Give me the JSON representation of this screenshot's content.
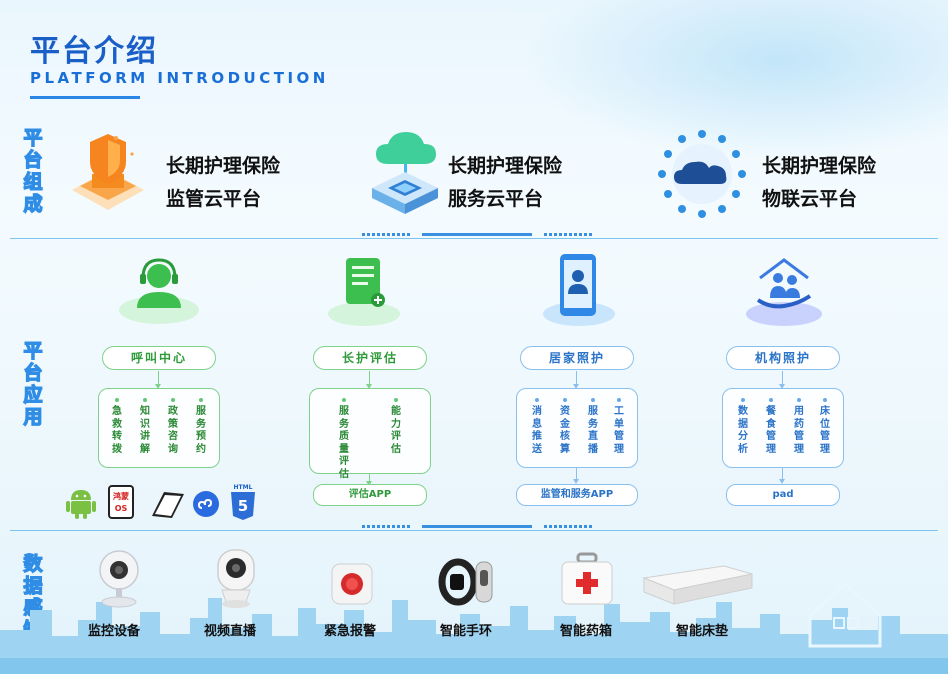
{
  "header": {
    "title_cn": "平台介绍",
    "title_en": "PLATFORM INTRODUCTION"
  },
  "sections": {
    "composition": "平台组成",
    "application": "平台应用",
    "perception": "数据感知"
  },
  "platforms": [
    {
      "line1": "长期护理保险",
      "line2": "监管云平台",
      "icon": "shield-icon"
    },
    {
      "line1": "长期护理保险",
      "line2": "服务云平台",
      "icon": "cloud-server-icon"
    },
    {
      "line1": "长期护理保险",
      "line2": "物联云平台",
      "icon": "iot-cloud-icon"
    }
  ],
  "apps": [
    {
      "title": "呼叫中心",
      "icon": "headset-agent-icon",
      "items": [
        "急救转拨",
        "知识讲解",
        "政策咨询",
        "服务预约"
      ],
      "pill": ""
    },
    {
      "title": "长护评估",
      "icon": "assessment-document-icon",
      "items": [
        "服务质量评估",
        "能力评估"
      ],
      "pill": "评估APP"
    },
    {
      "title": "居家照护",
      "icon": "mobile-user-icon",
      "items": [
        "消息推送",
        "资金核算",
        "服务直播",
        "工单管理"
      ],
      "pill": "监管和服务APP"
    },
    {
      "title": "机构照护",
      "icon": "care-home-icon",
      "items": [
        "数据分析",
        "餐食管理",
        "用药管理",
        "床位管理"
      ],
      "pill": "pad"
    }
  ],
  "os_icons": [
    {
      "name": "android-icon",
      "label": ""
    },
    {
      "name": "harmony-os-icon",
      "label": "鸿蒙 OS"
    },
    {
      "name": "tablet-icon",
      "label": ""
    },
    {
      "name": "mini-program-icon",
      "label": ""
    },
    {
      "name": "html5-icon",
      "label": "HTML"
    }
  ],
  "devices": [
    {
      "label": "监控设备",
      "icon": "webcam-icon"
    },
    {
      "label": "视频直播",
      "icon": "ptz-camera-icon"
    },
    {
      "label": "紧急报警",
      "icon": "emergency-button-icon"
    },
    {
      "label": "智能手环",
      "icon": "smart-band-icon"
    },
    {
      "label": "智能药箱",
      "icon": "medicine-box-icon"
    },
    {
      "label": "智能床垫",
      "icon": "smart-mattress-icon"
    }
  ],
  "colors": {
    "primary": "#1a5fc8",
    "green": "#2f9a3a",
    "line": "#7cc3ee"
  }
}
